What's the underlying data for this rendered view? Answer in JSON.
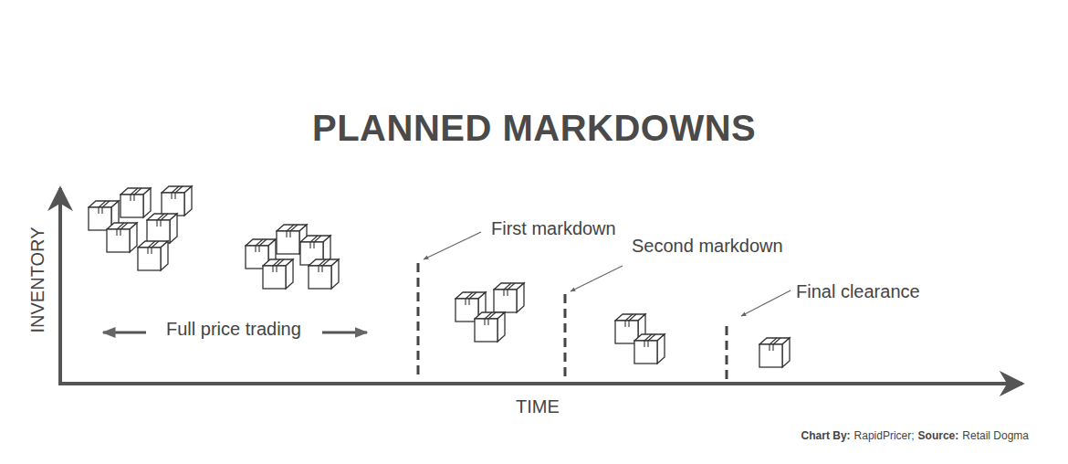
{
  "diagram": {
    "title": "PLANNED MARKDOWNS",
    "labels": [
      "First markdown",
      "Second markdown",
      "Final clearance",
      "Full price trading",
      "INVENTORY",
      "TIME",
      "Chart By:",
      "RapidPricer;",
      "Source:",
      "Retail Dogma"
    ]
  }
}
